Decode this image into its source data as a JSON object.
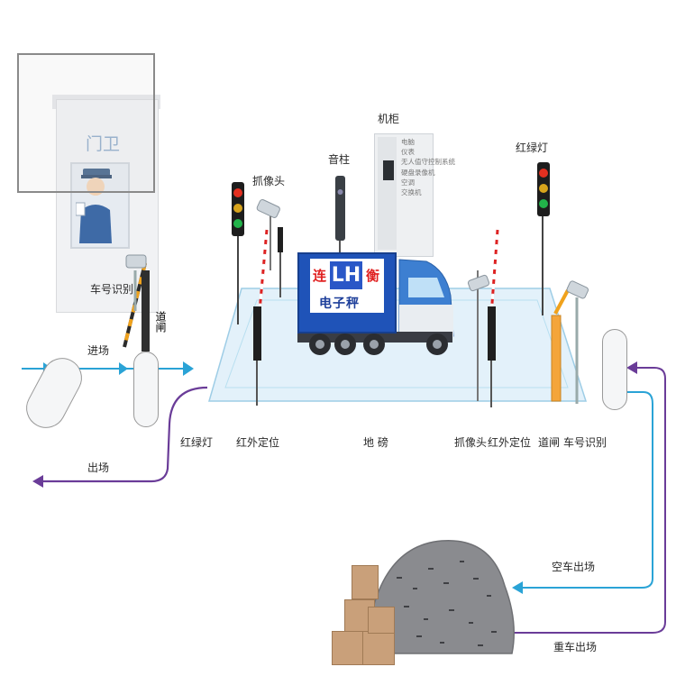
{
  "booth": {
    "label": "门卫"
  },
  "labels": {
    "plate_recognition_left": "车号识别",
    "gate_left": "道闸",
    "enter": "进场",
    "camera_top": "抓像头",
    "speaker": "音柱",
    "cabinet": "机柜",
    "traffic_light_top_right": "红绿灯",
    "traffic_light_bottom": "红绿灯",
    "infrared_left": "红外定位",
    "scale": "地 磅",
    "camera_bottom": "抓像头",
    "infrared_right": "红外定位",
    "gate_right": "道闸",
    "plate_recognition_right": "车号识别",
    "exit": "出场",
    "empty_exit": "空车出场",
    "loaded_exit": "重车出场"
  },
  "cabinet_items": [
    "电脑",
    "仪表",
    "无人值守控制系统",
    "硬盘录像机",
    "空调",
    "交换机"
  ],
  "truck": {
    "brand_left": "连",
    "brand_logo": "LH",
    "brand_right": "衡",
    "subtitle": "电子秤"
  },
  "colors": {
    "arrow_in": "#2aa3d6",
    "arrow_out": "#6a3c98",
    "scale_platform": "#e3f1fa",
    "truck_box": "#1f53b8"
  }
}
